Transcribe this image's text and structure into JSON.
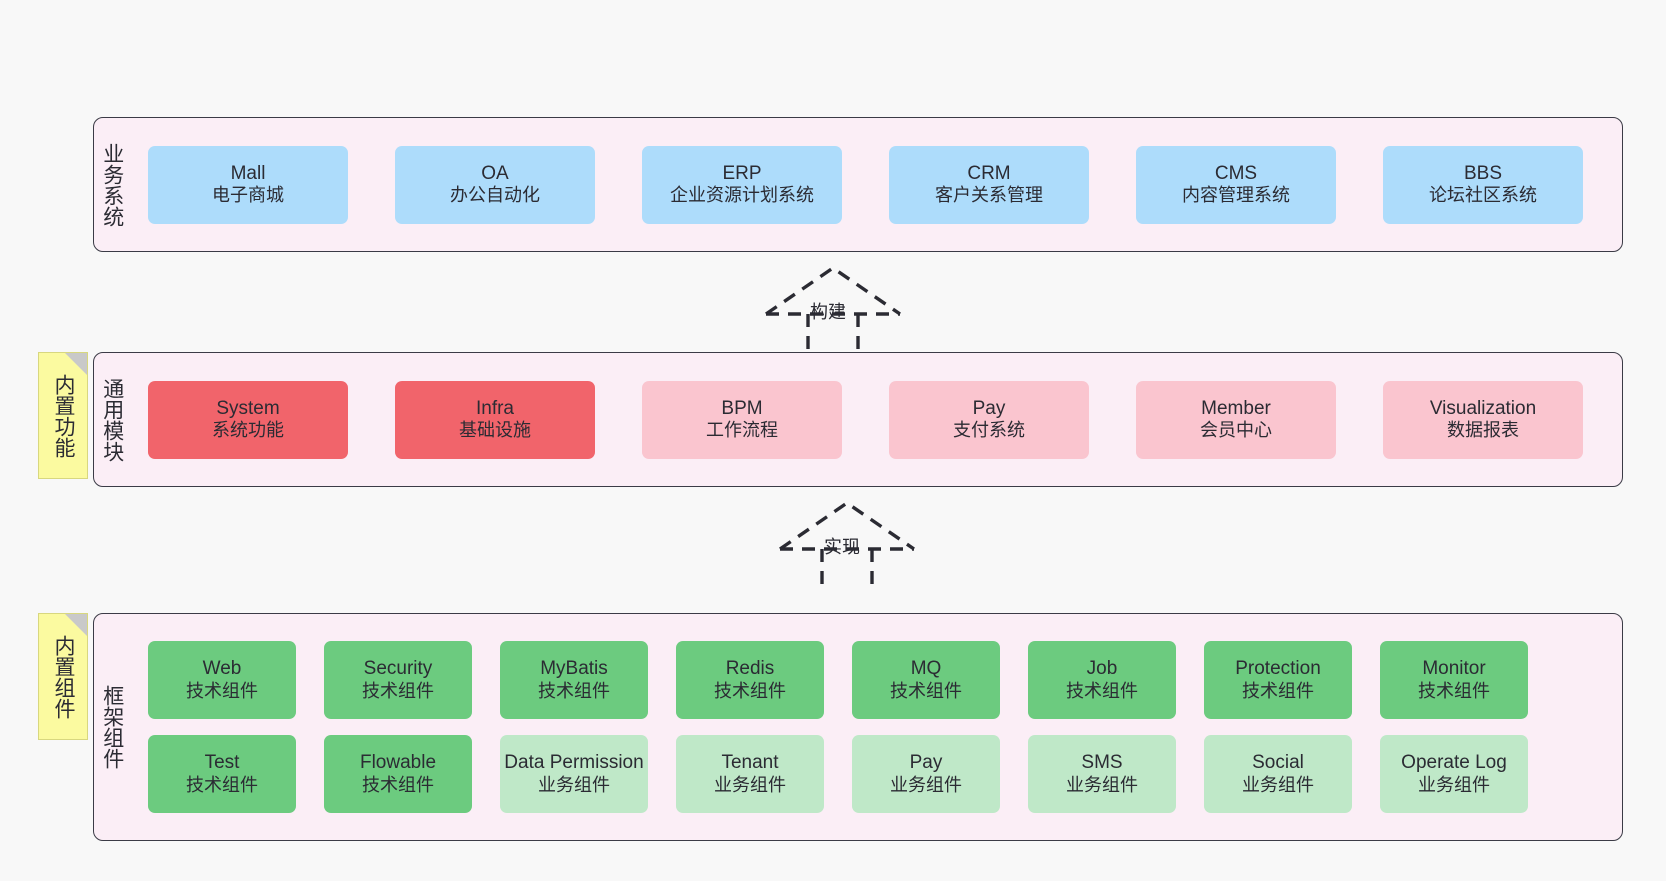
{
  "diagram": {
    "type": "layered-architecture",
    "background_color": "#f8f8f8",
    "layer_fill": "#fbeef6",
    "layer_border": "#3b3b46"
  },
  "notes": [
    {
      "name": "builtin-function-note",
      "text": "内置功能",
      "color": "#fbfaa0"
    },
    {
      "name": "builtin-component-note",
      "text": "内置组件",
      "color": "#fbfaa0"
    }
  ],
  "connectors": [
    {
      "name": "build-arrow",
      "label": "构建",
      "style": "dashed-hollow-up-arrow"
    },
    {
      "name": "implement-arrow",
      "label": "实现",
      "style": "dashed-hollow-up-arrow"
    }
  ],
  "layers": [
    {
      "id": "business",
      "title": "业务系统",
      "rows": [
        {
          "cards": [
            {
              "en": "Mall",
              "cn": "电子商城",
              "kind": "blue"
            },
            {
              "en": "OA",
              "cn": "办公自动化",
              "kind": "blue"
            },
            {
              "en": "ERP",
              "cn": "企业资源计划系统",
              "kind": "blue"
            },
            {
              "en": "CRM",
              "cn": "客户关系管理",
              "kind": "blue"
            },
            {
              "en": "CMS",
              "cn": "内容管理系统",
              "kind": "blue"
            },
            {
              "en": "BBS",
              "cn": "论坛社区系统",
              "kind": "blue"
            }
          ]
        }
      ]
    },
    {
      "id": "modules",
      "title": "通用模块",
      "rows": [
        {
          "cards": [
            {
              "en": "System",
              "cn": "系统功能",
              "kind": "strong"
            },
            {
              "en": "Infra",
              "cn": "基础设施",
              "kind": "strong"
            },
            {
              "en": "BPM",
              "cn": "工作流程",
              "kind": "light"
            },
            {
              "en": "Pay",
              "cn": "支付系统",
              "kind": "light"
            },
            {
              "en": "Member",
              "cn": "会员中心",
              "kind": "light"
            },
            {
              "en": "Visualization",
              "cn": "数据报表",
              "kind": "light"
            }
          ]
        }
      ]
    },
    {
      "id": "framework",
      "title": "框架组件",
      "rows": [
        {
          "cards": [
            {
              "en": "Web",
              "cn": "技术组件",
              "kind": "tech"
            },
            {
              "en": "Security",
              "cn": "技术组件",
              "kind": "tech"
            },
            {
              "en": "MyBatis",
              "cn": "技术组件",
              "kind": "tech"
            },
            {
              "en": "Redis",
              "cn": "技术组件",
              "kind": "tech"
            },
            {
              "en": "MQ",
              "cn": "技术组件",
              "kind": "tech"
            },
            {
              "en": "Job",
              "cn": "技术组件",
              "kind": "tech"
            },
            {
              "en": "Protection",
              "cn": "技术组件",
              "kind": "tech"
            },
            {
              "en": "Monitor",
              "cn": "技术组件",
              "kind": "tech"
            }
          ]
        },
        {
          "cards": [
            {
              "en": "Test",
              "cn": "技术组件",
              "kind": "tech"
            },
            {
              "en": "Flowable",
              "cn": "技术组件",
              "kind": "tech"
            },
            {
              "en": "Data Permission",
              "cn": "业务组件",
              "kind": "biz2"
            },
            {
              "en": "Tenant",
              "cn": "业务组件",
              "kind": "biz2"
            },
            {
              "en": "Pay",
              "cn": "业务组件",
              "kind": "biz2"
            },
            {
              "en": "SMS",
              "cn": "业务组件",
              "kind": "biz2"
            },
            {
              "en": "Social",
              "cn": "业务组件",
              "kind": "biz2"
            },
            {
              "en": "Operate Log",
              "cn": "业务组件",
              "kind": "biz2"
            }
          ]
        }
      ]
    }
  ],
  "palette": {
    "blue": "#addcfb",
    "strong_red": "#f1646b",
    "light_pink": "#fac5cf",
    "tech_green": "#6ccb7f",
    "biz_green": "#bfe8c8",
    "note_yellow": "#fbfaa0"
  }
}
